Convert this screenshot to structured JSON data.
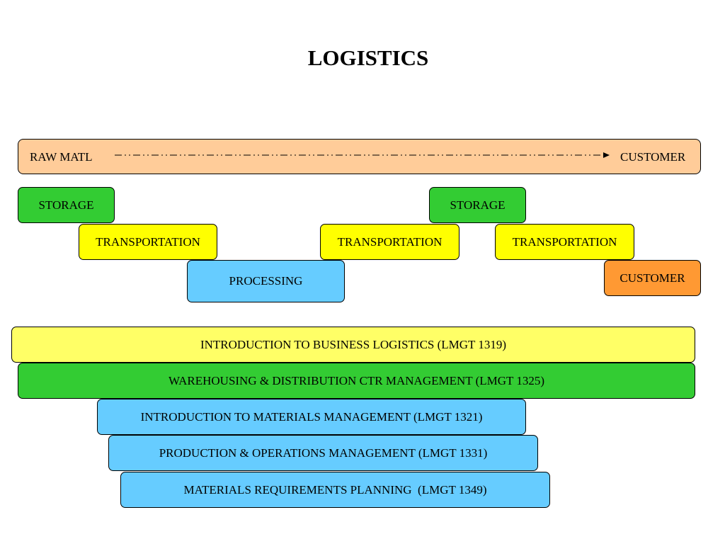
{
  "title": "LOGISTICS",
  "flow": {
    "start_label": "RAW MATL",
    "end_label": "CUSTOMER"
  },
  "stages": [
    {
      "id": "storage-1",
      "label": "STORAGE",
      "color": "#33cc33"
    },
    {
      "id": "transportation-1",
      "label": "TRANSPORTATION",
      "color": "#ffff00"
    },
    {
      "id": "processing",
      "label": "PROCESSING",
      "color": "#66ccff"
    },
    {
      "id": "transportation-2",
      "label": "TRANSPORTATION",
      "color": "#ffff00"
    },
    {
      "id": "storage-2",
      "label": "STORAGE",
      "color": "#33cc33"
    },
    {
      "id": "transportation-3",
      "label": "TRANSPORTATION",
      "color": "#ffff00"
    },
    {
      "id": "customer",
      "label": "CUSTOMER",
      "color": "#ff9933"
    }
  ],
  "courses": [
    {
      "label": "INTRODUCTION TO BUSINESS LOGISTICS (LMGT 1319)",
      "color": "#ffff66"
    },
    {
      "label": "WAREHOUSING & DISTRIBUTION CTR MANAGEMENT (LMGT 1325)",
      "color": "#33cc33"
    },
    {
      "label": "INTRODUCTION TO MATERIALS MANAGEMENT (LMGT 1321)",
      "color": "#66ccff"
    },
    {
      "label": "PRODUCTION & OPERATIONS MANAGEMENT (LMGT 1331)",
      "color": "#66ccff"
    },
    {
      "label": "MATERIALS REQUIREMENTS PLANNING  (LMGT 1349)",
      "color": "#66ccff"
    }
  ]
}
